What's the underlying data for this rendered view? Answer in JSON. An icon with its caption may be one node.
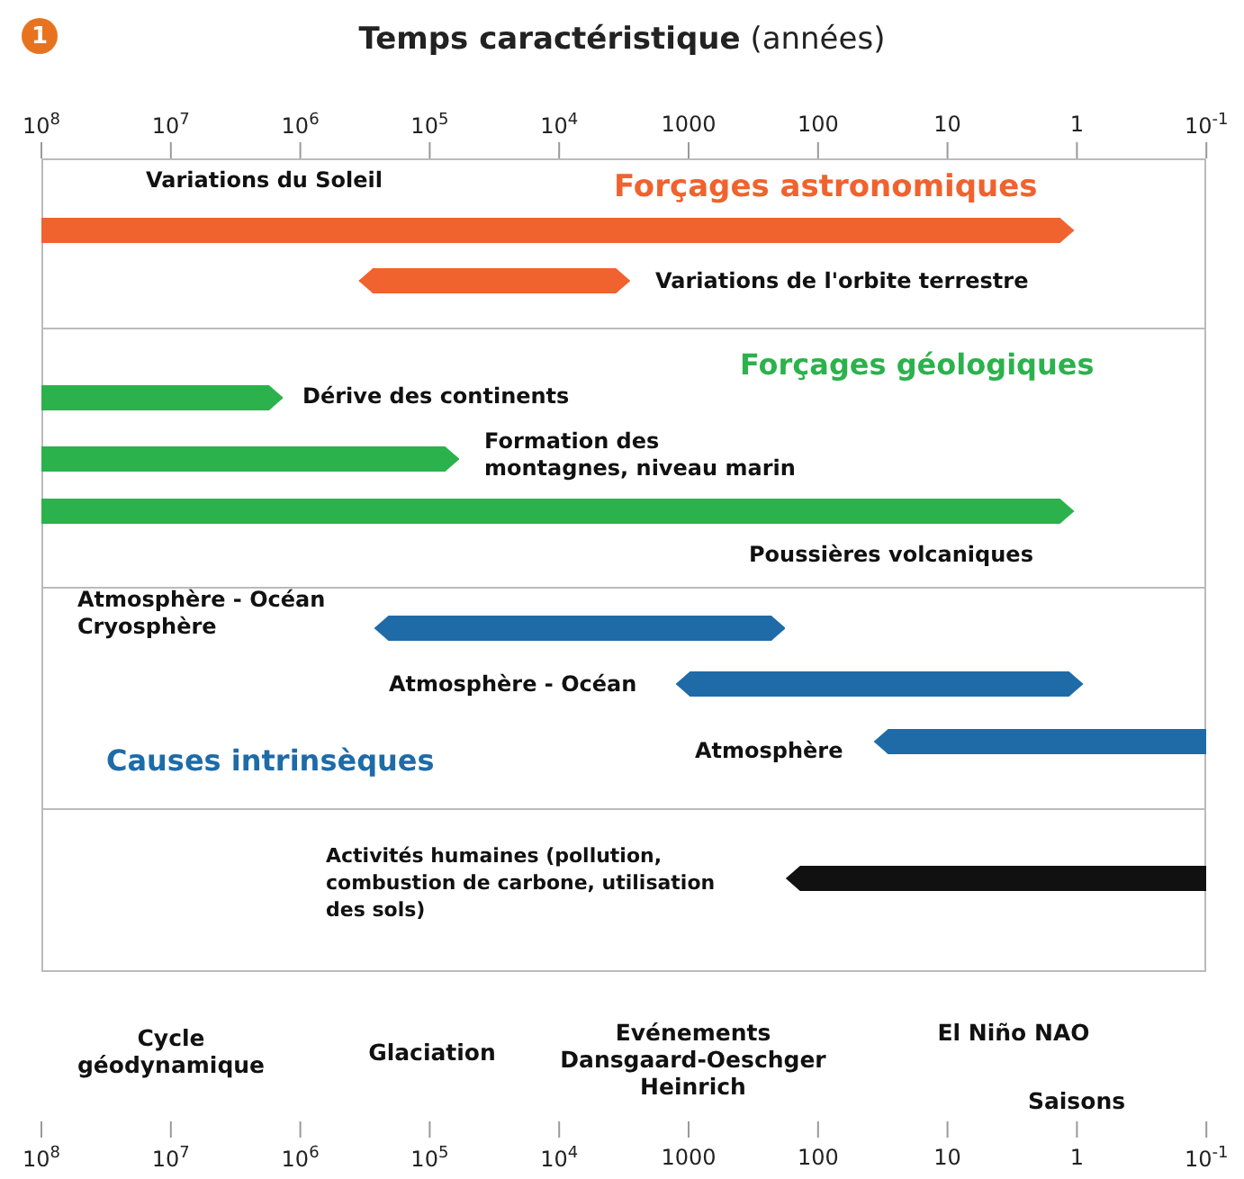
{
  "diagram": {
    "title": "**Temps caractéristique** (années)",
    "nodes": [
      {
        "text": [
          "Forçages astronomiques"
        ]
      },
      {
        "text": [],
        "shape": "bar",
        "in": 0,
        "beside": [
          "Variations du Soleil"
        ]
      },
      {
        "text": [],
        "shape": "bar",
        "in": 0,
        "beside": [
          "Variations de l'orbite terrestre"
        ]
      },
      {
        "text": [
          "Forçages géologiques"
        ]
      },
      {
        "text": [],
        "shape": "bar",
        "in": 3,
        "beside": [
          "Dérive des continents"
        ]
      },
      {
        "text": [],
        "shape": "bar",
        "in": 3,
        "beside": [
          "Formation des montagnes, niveau marin"
        ]
      },
      {
        "text": [],
        "shape": "bar",
        "in": 3,
        "beside": [
          "Poussières volcaniques"
        ]
      },
      {
        "text": [
          "Causes intrinsèques"
        ]
      },
      {
        "text": [],
        "shape": "bar",
        "in": 7,
        "beside": [
          "Atmosphère - Océan Cryosphère"
        ]
      },
      {
        "text": [],
        "shape": "bar",
        "in": 7,
        "beside": [
          "Atmosphère - Océan"
        ]
      },
      {
        "text": [],
        "shape": "bar",
        "in": 7,
        "beside": [
          "Atmosphère"
        ]
      },
      {
        "text": [],
        "shape": "box"
      },
      {
        "text": [],
        "shape": "bar",
        "in": 11,
        "beside": [
          "Activités humaines (pollution, combustion de carbone, utilisation des sols)"
        ]
      }
    ],
    "edges": [],
    "labels": [
      "1",
      "10$^{8}$",
      "10$^{7}$",
      "10$^{6}$",
      "10$^{5}$",
      "10$^{4}$",
      "1000",
      "100",
      "10",
      "1",
      "10$^{-1}$",
      "Cycle géodynamique",
      "Glaciation",
      "Evénements Dansgaard-Oeschger Heinrich",
      "El Niño NAO",
      "Saisons",
      "10$^{8}$",
      "10$^{7}$",
      "10$^{6}$",
      "10$^{5}$",
      "10$^{4}$",
      "1000",
      "100",
      "10",
      "1",
      "10$^{-1}$"
    ]
  }
}
